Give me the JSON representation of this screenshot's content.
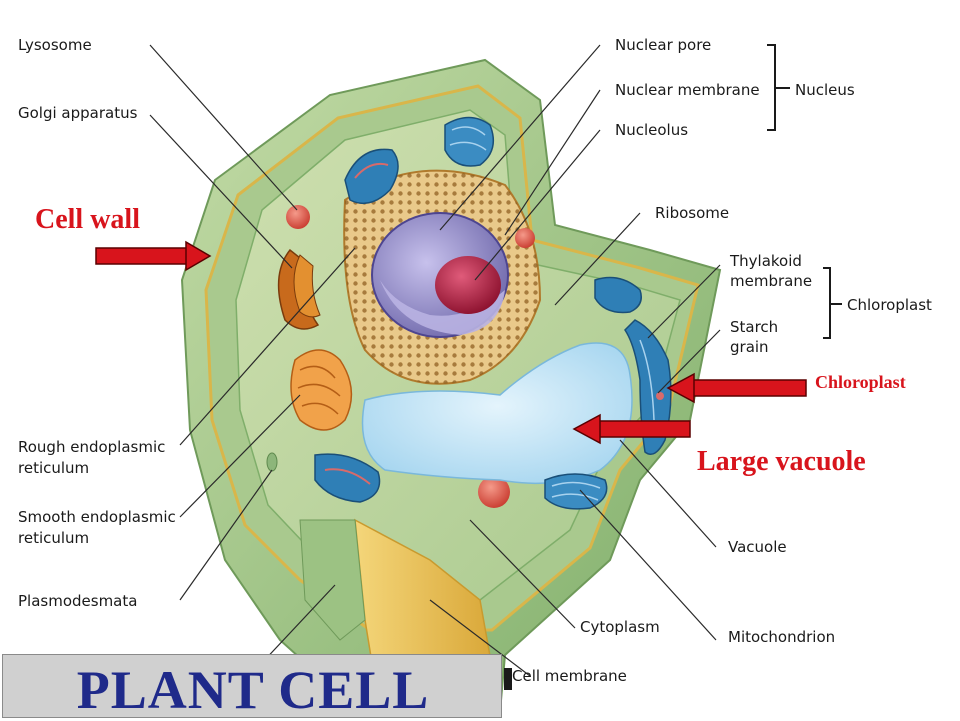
{
  "labels": {
    "lysosome": "Lysosome",
    "golgi": "Golgi apparatus",
    "rough_er_1": "Rough endoplasmic",
    "rough_er_2": "reticulum",
    "smooth_er_1": "Smooth endoplasmic",
    "smooth_er_2": "reticulum",
    "plasmodesmata": "Plasmodesmata",
    "nuclear_pore": "Nuclear pore",
    "nuclear_membrane": "Nuclear membrane",
    "nucleolus": "Nucleolus",
    "nucleus": "Nucleus",
    "ribosome": "Ribosome",
    "thylakoid_1": "Thylakoid",
    "thylakoid_2": "membrane",
    "starch_1": "Starch",
    "starch_2": "grain",
    "chloroplast_group": "Chloroplast",
    "vacuole": "Vacuole",
    "cytoplasm": "Cytoplasm",
    "mitochondrion": "Mitochondrion",
    "cell_membrane": "Cell membrane"
  },
  "annotations": {
    "cell_wall": "Cell wall",
    "chloroplast": "Chloroplast",
    "large_vacuole": "Large vacuole"
  },
  "title": "PLANT CELL",
  "colors": {
    "arrow": "#d8141c",
    "annotation_text": "#d8141c",
    "title_text": "#1f2a8a",
    "cell_wall": "#9cc283",
    "cytoplasm": "#b9d49c",
    "vacuole": "#bfe3f5",
    "nucleus": "#8f88c6",
    "nucleolus": "#a3163a"
  }
}
